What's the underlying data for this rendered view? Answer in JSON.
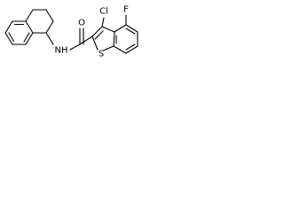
{
  "structure": {
    "atoms": {
      "chlorine": "Cl",
      "fluorine": "F",
      "oxygen": "O",
      "sulfur": "S",
      "amide_nitrogen": "NH"
    }
  }
}
